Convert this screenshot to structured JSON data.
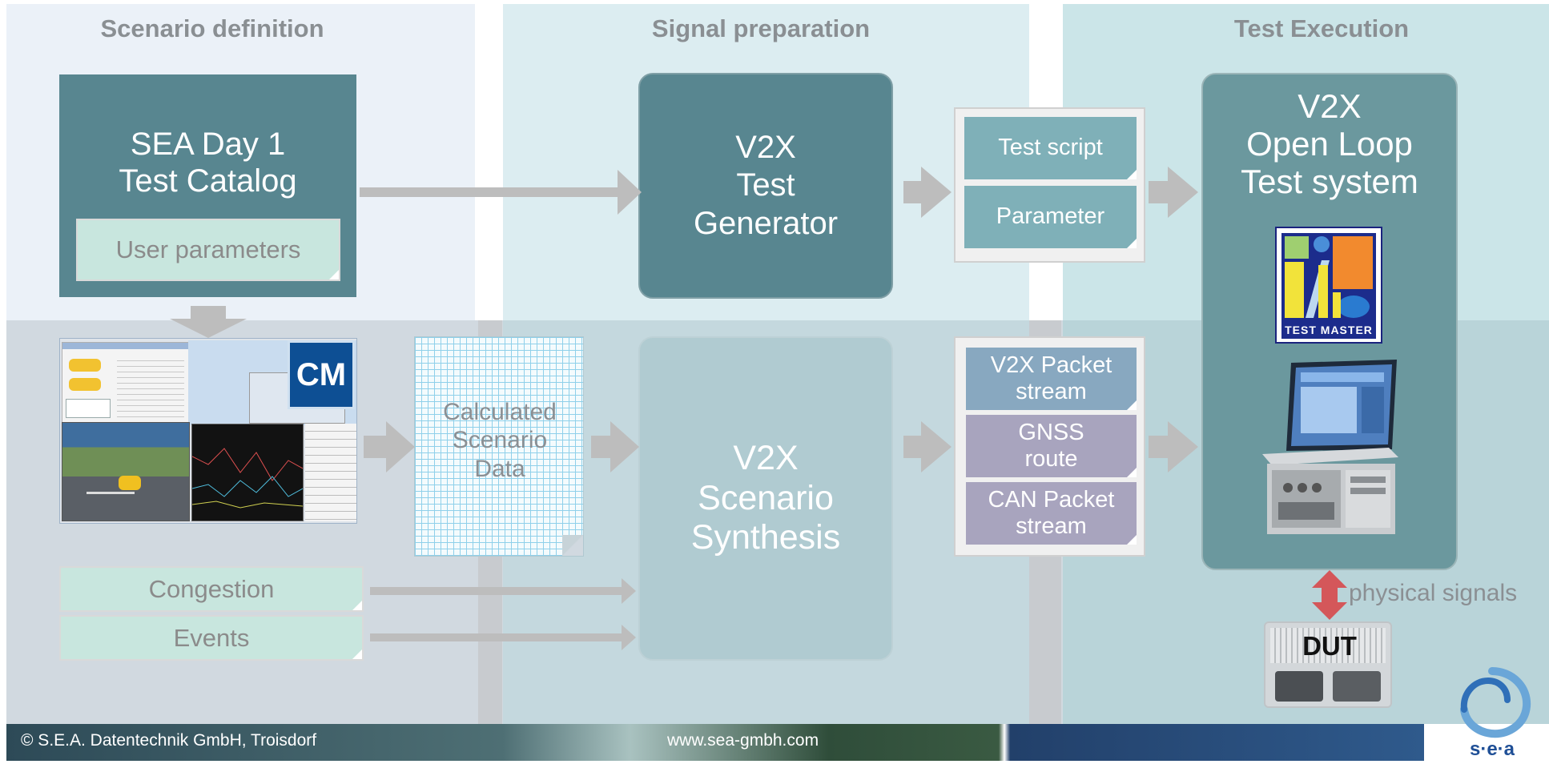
{
  "columns": {
    "scenario_definition": "Scenario definition",
    "signal_preparation": "Signal preparation",
    "test_execution": "Test Execution"
  },
  "catalog": {
    "title_line1": "SEA Day 1",
    "title_line2": "Test Catalog",
    "user_parameters": "User parameters"
  },
  "test_generator": {
    "text": "V2X\nTest\nGenerator"
  },
  "script_outputs": {
    "test_script": "Test script",
    "parameter": "Parameter"
  },
  "open_loop": {
    "text": "V2X\nOpen Loop\nTest system"
  },
  "testmaster_logo_text": "TEST MASTER",
  "carmaker_logo_text": "CM",
  "calculated": {
    "text": "Calculated\nScenario\nData"
  },
  "synthesis": {
    "text": "V2X\nScenario\nSynthesis"
  },
  "streams": {
    "v2x_packet": "V2X Packet\nstream",
    "gnss": "GNSS\nroute",
    "can_packet": "CAN Packet\nstream"
  },
  "inputs": {
    "congestion": "Congestion",
    "events": "Events"
  },
  "physical_signals": "physical signals",
  "dut": "DUT",
  "footer": {
    "copyright": "© S.E.A. Datentechnik GmbH, Troisdorf",
    "website": "www.sea-gmbh.com",
    "logo_text": "s·e·a"
  },
  "colors": {
    "teal_dark": "#588690",
    "teal_mid": "#7fb0b8",
    "note_green": "#c8e6de",
    "stream_blue": "#88a8c0",
    "stream_purple": "#a8a4be",
    "arrow_gray": "#bdbdbd",
    "red_arrow": "#d4575a"
  }
}
